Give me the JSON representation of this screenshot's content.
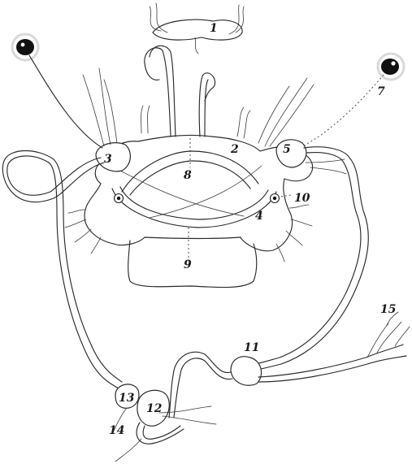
{
  "labels": {
    "l1": "1",
    "l2": "2",
    "l3": "3",
    "l4": "4",
    "l5": "5",
    "l7": "7",
    "l8": "8",
    "l9": "9",
    "l10": "10",
    "l11": "11",
    "l12": "12",
    "l13": "13",
    "l14": "14",
    "l15": "15"
  }
}
